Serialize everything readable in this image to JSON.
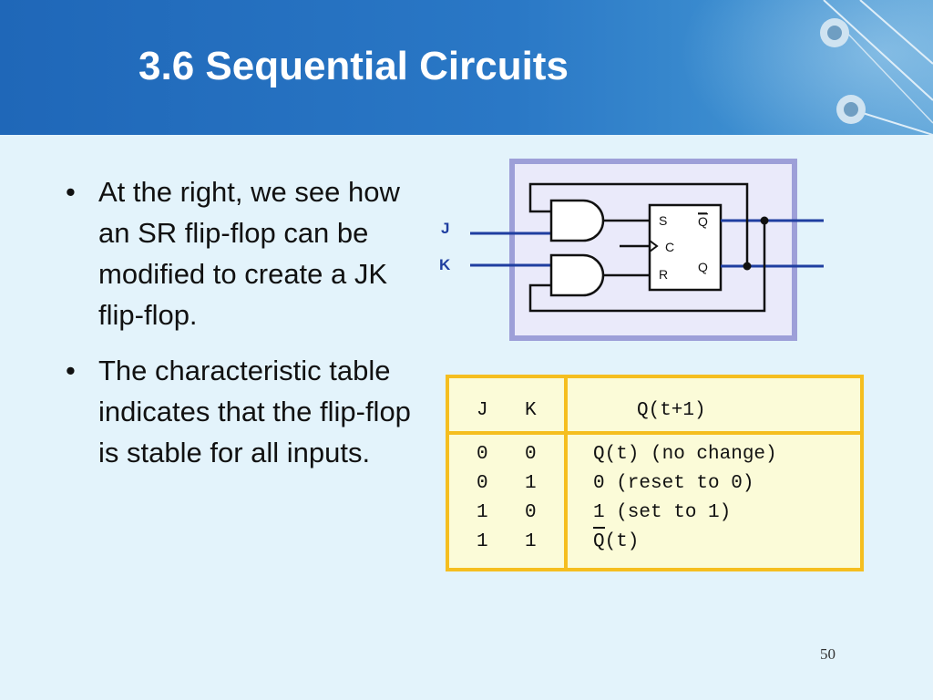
{
  "slide": {
    "title": "3.6 Sequential Circuits",
    "page_number": "50"
  },
  "bullets": [
    {
      "text": "At the right, we see how an SR flip-flop can be modified to create a JK flip-flop."
    },
    {
      "text": "The characteristic table indicates that the flip-flop is stable for all inputs."
    }
  ],
  "circuit": {
    "input_j": "J",
    "input_k": "K",
    "pin_s": "S",
    "pin_c": "C",
    "pin_r": "R",
    "out_q_top": "Q",
    "out_q_bottom": "Q"
  },
  "table": {
    "headers": {
      "j": "J",
      "k": "K",
      "q": "Q(t+1)"
    },
    "rows": [
      {
        "j": "0",
        "k": "0",
        "q": "Q(t) (no change)"
      },
      {
        "j": "0",
        "k": "1",
        "q": "0 (reset to 0)"
      },
      {
        "j": "1",
        "k": "0",
        "q": "1 (set to 1)"
      },
      {
        "j": "1",
        "k": "1",
        "q": "Q(t)"
      }
    ]
  },
  "colors": {
    "header_blue": "#1f67b8",
    "background": "#e3f3fb",
    "circuit_frame": "#9d9fd8",
    "circuit_fill": "#eaeafa",
    "signal_blue": "#1f3ea0",
    "table_border": "#f5be1f",
    "table_fill": "#fbfbd8"
  }
}
